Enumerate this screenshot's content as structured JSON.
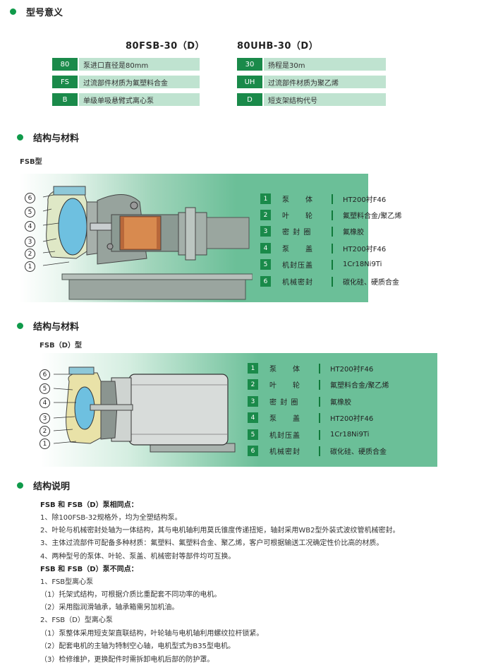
{
  "sections": {
    "model_meaning": "型号意义",
    "structure1": "结构与材料",
    "structure2": "结构与材料",
    "description": "结构说明"
  },
  "model_left": {
    "title": "80FSB-30（D）",
    "rows": [
      {
        "code": "80",
        "desc": "泵进口直径是80mm"
      },
      {
        "code": "FS",
        "desc": "过流部件材质为氟塑料合金"
      },
      {
        "code": "B",
        "desc": "单级单吸悬臂式离心泵"
      }
    ]
  },
  "model_right": {
    "title": "80UHB-30（D）",
    "rows": [
      {
        "code": "30",
        "desc": "扬程是30m"
      },
      {
        "code": "UH",
        "desc": "过流部件材质为聚乙烯"
      },
      {
        "code": "D",
        "desc": "短支架结构代号"
      }
    ]
  },
  "fsb": {
    "label": "FSB型",
    "callouts": [
      "6",
      "5",
      "4",
      "3",
      "2",
      "1"
    ],
    "materials": [
      {
        "num": "1",
        "name": "泵　　体",
        "value": "HT200衬F46"
      },
      {
        "num": "2",
        "name": "叶　　轮",
        "value": "氟塑料合金/聚乙烯"
      },
      {
        "num": "3",
        "name": "密 封 圈",
        "value": "氟橡胶"
      },
      {
        "num": "4",
        "name": "泵　　盖",
        "value": "HT200衬F46"
      },
      {
        "num": "5",
        "name": "机封压盖",
        "value": "1Cr18Ni9Ti"
      },
      {
        "num": "6",
        "name": "机械密封",
        "value": "碳化硅、硬质合金"
      }
    ]
  },
  "fsbd": {
    "label": "FSB（D）型",
    "callouts": [
      "6",
      "5",
      "4",
      "3",
      "2",
      "1"
    ],
    "materials": [
      {
        "num": "1",
        "name": "泵　　体",
        "value": "HT200衬F46"
      },
      {
        "num": "2",
        "name": "叶　　轮",
        "value": "氟塑料合金/聚乙烯"
      },
      {
        "num": "3",
        "name": "密 封 圈",
        "value": "氟橡胶"
      },
      {
        "num": "4",
        "name": "泵　　盖",
        "value": "HT200衬F46"
      },
      {
        "num": "5",
        "name": "机封压盖",
        "value": "1Cr18Ni9Ti"
      },
      {
        "num": "6",
        "name": "机械密封",
        "value": "碳化硅、硬质合金"
      }
    ]
  },
  "description_lines": [
    {
      "text": "FSB 和 FSB（D）泵相同点：",
      "bold": true
    },
    {
      "text": "1、除100FSB-32规格外，均为全塑结构泵。",
      "bold": false
    },
    {
      "text": "2、叶轮与机械密封处轴为一体结构，其与电机轴利用莫氏锥度传递扭矩，轴封采用WB2型外装式波纹管机械密封。",
      "bold": false
    },
    {
      "text": "3、主体过流部件可配备多种材质：氟塑料、氟塑料合金、聚乙烯，客户可根据输送工况确定性价比高的材质。",
      "bold": false
    },
    {
      "text": "4、两种型号的泵体、叶轮、泵盖、机械密封等部件均可互换。",
      "bold": false
    },
    {
      "text": "FSB 和 FSB（D）泵不同点：",
      "bold": true
    },
    {
      "text": "1、FSB型离心泵",
      "bold": false
    },
    {
      "text": "（1）托架式结构，可根据介质比重配套不同功率的电机。",
      "bold": false
    },
    {
      "text": "（2）采用脂润滑轴承，轴承箱需另加机油。",
      "bold": false
    },
    {
      "text": "2、FSB（D）型离心泵",
      "bold": false
    },
    {
      "text": "（1）泵整体采用短支架直联结构，叶轮轴与电机轴利用螺纹拉杆锁紧。",
      "bold": false
    },
    {
      "text": "（2）配套电机的主轴为特制空心轴，电机型式为B35型电机。",
      "bold": false
    },
    {
      "text": "（3）检修维护，更换配件时需拆卸电机后部的防护罩。",
      "bold": false
    }
  ],
  "colors": {
    "accent": "#1a8a4a",
    "light": "#bfe3d0",
    "panel": "#6bbf98"
  }
}
